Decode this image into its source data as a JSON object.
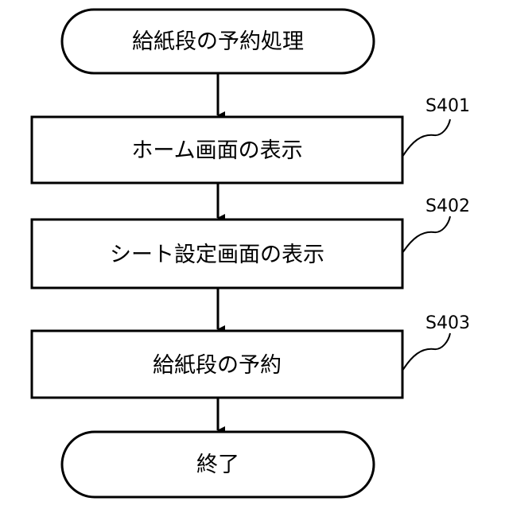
{
  "flowchart": {
    "start": {
      "label": "給紙段の予約処理"
    },
    "steps": [
      {
        "id": "S401",
        "label": "ホーム画面の表示"
      },
      {
        "id": "S402",
        "label": "シート設定画面の表示"
      },
      {
        "id": "S403",
        "label": "給紙段の予約"
      }
    ],
    "end": {
      "label": "終了"
    }
  }
}
